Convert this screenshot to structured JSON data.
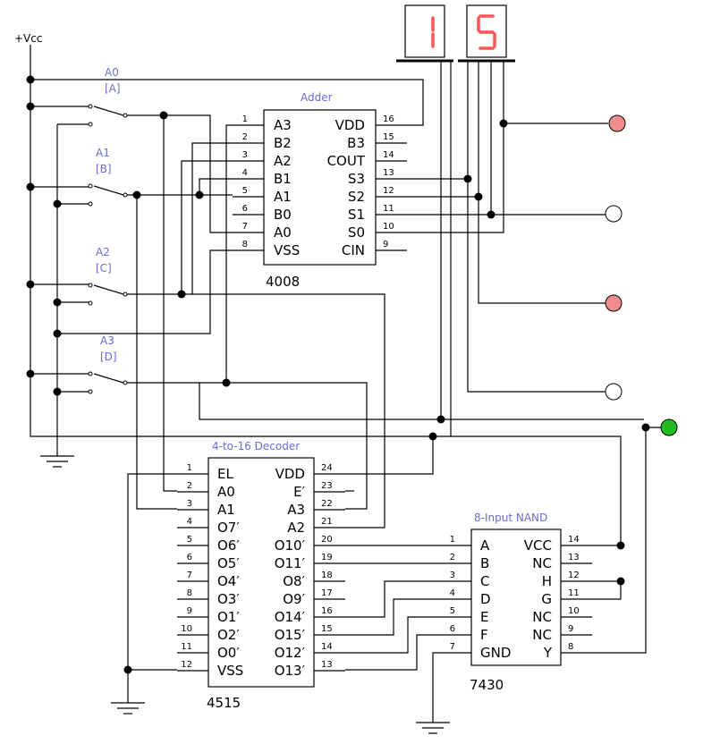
{
  "vcc_label": "+Vcc",
  "colors": {
    "label": "#6b6bd6",
    "led_red": "#f08c8c",
    "led_off": "#ffffff",
    "led_green": "#22bb22",
    "seg_red": "#ff5555",
    "seg_bg": "#ffffff"
  },
  "displays": [
    {
      "digit": "1"
    },
    {
      "digit": "5"
    }
  ],
  "switches": [
    {
      "name": "A0",
      "alias": "[A]"
    },
    {
      "name": "A1",
      "alias": "[B]"
    },
    {
      "name": "A2",
      "alias": "[C]"
    },
    {
      "name": "A3",
      "alias": "[D]"
    }
  ],
  "adder": {
    "title": "Adder",
    "part": "4008",
    "pins_left": [
      {
        "num": "1",
        "name": "A3"
      },
      {
        "num": "2",
        "name": "B2"
      },
      {
        "num": "3",
        "name": "A2"
      },
      {
        "num": "4",
        "name": "B1"
      },
      {
        "num": "5",
        "name": "A1"
      },
      {
        "num": "6",
        "name": "B0"
      },
      {
        "num": "7",
        "name": "A0"
      },
      {
        "num": "8",
        "name": "VSS"
      }
    ],
    "pins_right": [
      {
        "num": "16",
        "name": "VDD"
      },
      {
        "num": "15",
        "name": "B3"
      },
      {
        "num": "14",
        "name": "COUT"
      },
      {
        "num": "13",
        "name": "S3"
      },
      {
        "num": "12",
        "name": "S2"
      },
      {
        "num": "11",
        "name": "S1"
      },
      {
        "num": "10",
        "name": "S0"
      },
      {
        "num": "9",
        "name": "CIN"
      }
    ]
  },
  "decoder": {
    "title": "4-to-16 Decoder",
    "part": "4515",
    "pins_left": [
      {
        "num": "1",
        "name": "EL"
      },
      {
        "num": "2",
        "name": "A0"
      },
      {
        "num": "3",
        "name": "A1"
      },
      {
        "num": "4",
        "name": "O7′"
      },
      {
        "num": "5",
        "name": "O6′"
      },
      {
        "num": "6",
        "name": "O5′"
      },
      {
        "num": "7",
        "name": "O4′"
      },
      {
        "num": "8",
        "name": "O3′"
      },
      {
        "num": "9",
        "name": "O1′"
      },
      {
        "num": "10",
        "name": "O2′"
      },
      {
        "num": "11",
        "name": "O0′"
      },
      {
        "num": "12",
        "name": "VSS"
      }
    ],
    "pins_right": [
      {
        "num": "24",
        "name": "VDD"
      },
      {
        "num": "23",
        "name": "E′"
      },
      {
        "num": "22",
        "name": "A3"
      },
      {
        "num": "21",
        "name": "A2"
      },
      {
        "num": "20",
        "name": "O10′"
      },
      {
        "num": "19",
        "name": "O11′"
      },
      {
        "num": "18",
        "name": "O8′"
      },
      {
        "num": "17",
        "name": "O9′"
      },
      {
        "num": "16",
        "name": "O14′"
      },
      {
        "num": "15",
        "name": "O15′"
      },
      {
        "num": "14",
        "name": "O12′"
      },
      {
        "num": "13",
        "name": "O13′"
      }
    ]
  },
  "nand": {
    "title": "8-Input NAND",
    "part": "7430",
    "pins_left": [
      {
        "num": "1",
        "name": "A"
      },
      {
        "num": "2",
        "name": "B"
      },
      {
        "num": "3",
        "name": "C"
      },
      {
        "num": "4",
        "name": "D"
      },
      {
        "num": "5",
        "name": "E"
      },
      {
        "num": "6",
        "name": "F"
      },
      {
        "num": "7",
        "name": "GND"
      }
    ],
    "pins_right": [
      {
        "num": "14",
        "name": "VCC"
      },
      {
        "num": "13",
        "name": "NC"
      },
      {
        "num": "12",
        "name": "H"
      },
      {
        "num": "11",
        "name": "G"
      },
      {
        "num": "10",
        "name": "NC"
      },
      {
        "num": "9",
        "name": "NC"
      },
      {
        "num": "8",
        "name": "Y"
      }
    ]
  },
  "leds": [
    {
      "name": "S3",
      "state": "on"
    },
    {
      "name": "S2",
      "state": "off"
    },
    {
      "name": "S1",
      "state": "on"
    },
    {
      "name": "S0",
      "state": "off"
    },
    {
      "name": "Y",
      "state": "on"
    }
  ]
}
